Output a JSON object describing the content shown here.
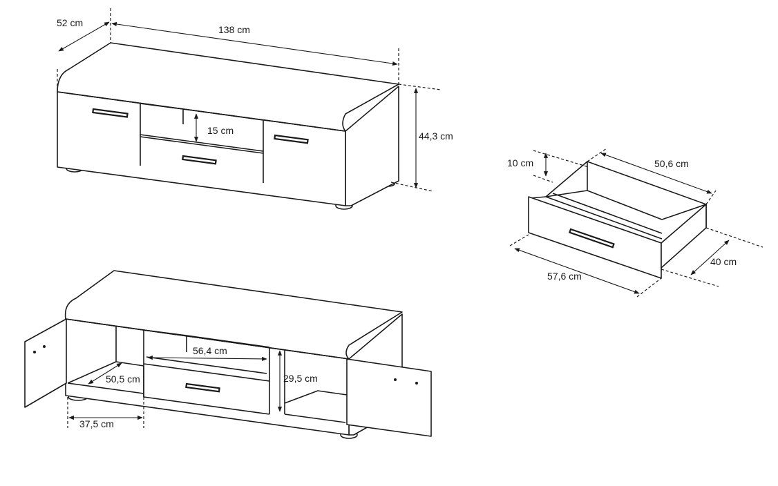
{
  "title": "TV cabinet dimension drawing",
  "dimensions": {
    "depth": "52 cm",
    "width": "138 cm",
    "shelf_height": "15 cm",
    "height": "44,3 cm",
    "drawer_height": "10 cm",
    "drawer_inner_width": "50,6 cm",
    "drawer_depth": "40 cm",
    "drawer_front_width": "57,6 cm",
    "shelf_width": "56,4 cm",
    "compartment_height": "29,5 cm",
    "compartment_depth": "50,5 cm",
    "compartment_width": "37,5 cm"
  },
  "colors": {
    "line": "#1a1a1a",
    "background": "#ffffff"
  }
}
